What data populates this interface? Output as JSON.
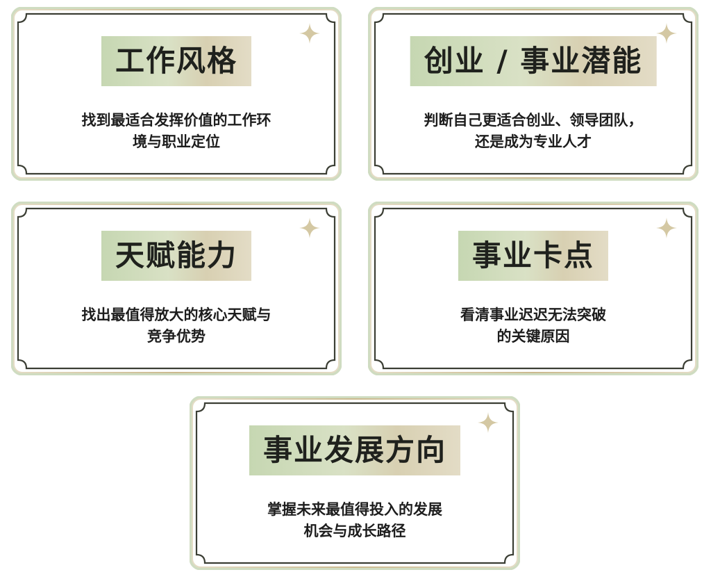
{
  "colors": {
    "frame_outer": "#c9d8bd",
    "frame_inner": "#3a3d32",
    "frame_gold": "#d6c8a3",
    "title_bg_green": "#c6d7b2",
    "title_bg_gold": "#d8d0b2",
    "sparkle": "#d3c7a2",
    "text": "#1f211d"
  },
  "cards": [
    {
      "title": "工作风格",
      "desc_line1": "找到最适合发挥价值的工作环",
      "desc_line2": "境与职业定位",
      "icon": "sparkle-icon"
    },
    {
      "title": "创业 / 事业潜能",
      "desc_line1": "判断自己更适合创业、领导团队，",
      "desc_line2": "还是成为专业人才",
      "icon": "sparkle-icon"
    },
    {
      "title": "天赋能力",
      "desc_line1": "找出最值得放大的核心天赋与",
      "desc_line2": "竞争优势",
      "icon": "sparkle-icon"
    },
    {
      "title": "事业卡点",
      "desc_line1": "看清事业迟迟无法突破",
      "desc_line2": "的关键原因",
      "icon": "sparkle-icon"
    },
    {
      "title": "事业发展方向",
      "desc_line1": "掌握未来最值得投入的发展",
      "desc_line2": "机会与成长路径",
      "icon": "sparkle-icon"
    }
  ]
}
